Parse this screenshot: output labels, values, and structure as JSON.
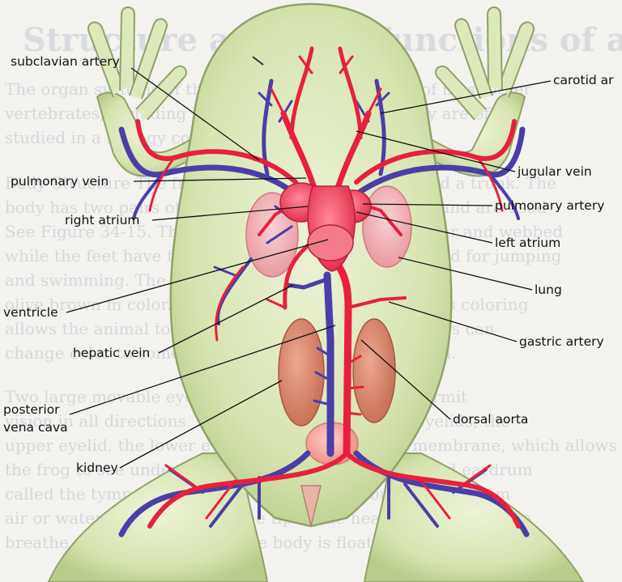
{
  "background_text": {
    "heading": "Structure and Life Functions of a Frog",
    "lines": [
      "The organ systems of the frog are similar to those of most other",
      "vertebrates, including humans. For this reason, they are often",
      "studied in a biology course.",
      "Body Structure The frog's body consists of a head and a trunk. The",
      "body has two pairs of limbs. The front pair are short and are used",
      "See Figure 34-15. The hind legs are long and muscular and webbed",
      "while the feet have five toes. The hind legs are adapted for jumping",
      "and swimming. The back of a frog is usually green",
      "olive brown in color. The belly of a frog is whitish. This coloring",
      "allows the animal to blend with its surroundings. Frogs can",
      "change color to some extent to camouflage the animal.",
      "Two large movable eyes on top of the head. They permit",
      "vision in all directions. The eyes are protected by eyelids; the",
      "upper eyelid, the lower eyelid and the nictitating membrane, which allows",
      "the frog to see underwater. Behind each eye is a round eardrum",
      "called the tympanic membrane. It receives sound waves from",
      "air or water. The nostrils on the tip of the head allow the frog to",
      "breathe air while the rest of the body is floating in water."
    ]
  },
  "labels": {
    "subclavian_artery": "subclavian artery",
    "carotid_artery": "carotid ar",
    "jugular_vein": "jugular vein",
    "pulmonary_vein": "pulmonary vein",
    "pulmonary_artery": "pulmonary artery",
    "right_atrium": "right atrium",
    "left_atrium": "left atrium",
    "lung": "lung",
    "ventricle": "ventricle",
    "gastric_artery": "gastric artery",
    "hepatic_vein": "hepatic vein",
    "dorsal_aorta": "dorsal aorta",
    "posterior_vena_cava_line1": "posterior",
    "posterior_vena_cava_line2": "vena cava",
    "kidney": "kidney"
  },
  "colors": {
    "artery": "#e8203c",
    "vein": "#4a3fa8",
    "skin": "#d9e6b5",
    "skin_outline": "#8ea36a",
    "heart": "#f0506a",
    "lung": "#f2b8bd",
    "kidney": "#d9866a"
  }
}
